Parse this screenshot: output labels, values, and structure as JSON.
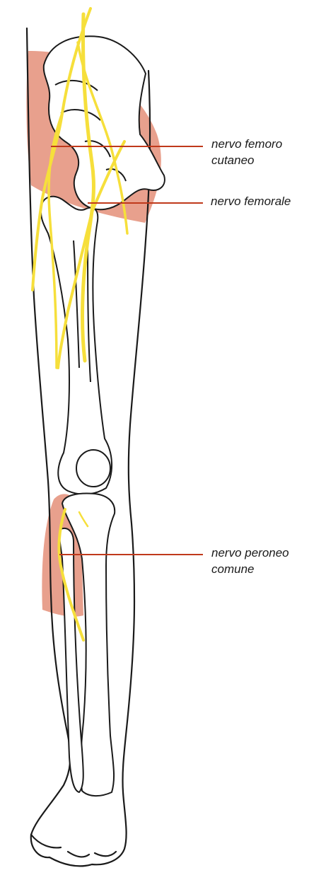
{
  "labels": {
    "femoral_cutaneous": {
      "line1": "nervo femoro",
      "line2": "cutaneo"
    },
    "femoral": {
      "line1": "nervo femorale"
    },
    "common_peroneal": {
      "line1": "nervo peroneo",
      "line2": "comune"
    }
  },
  "colors": {
    "highlight_zone": "#e8a08d",
    "nerve": "#f6df3b",
    "leader_line": "#c0391b",
    "outline": "#1a1a1a",
    "background": "#ffffff"
  }
}
